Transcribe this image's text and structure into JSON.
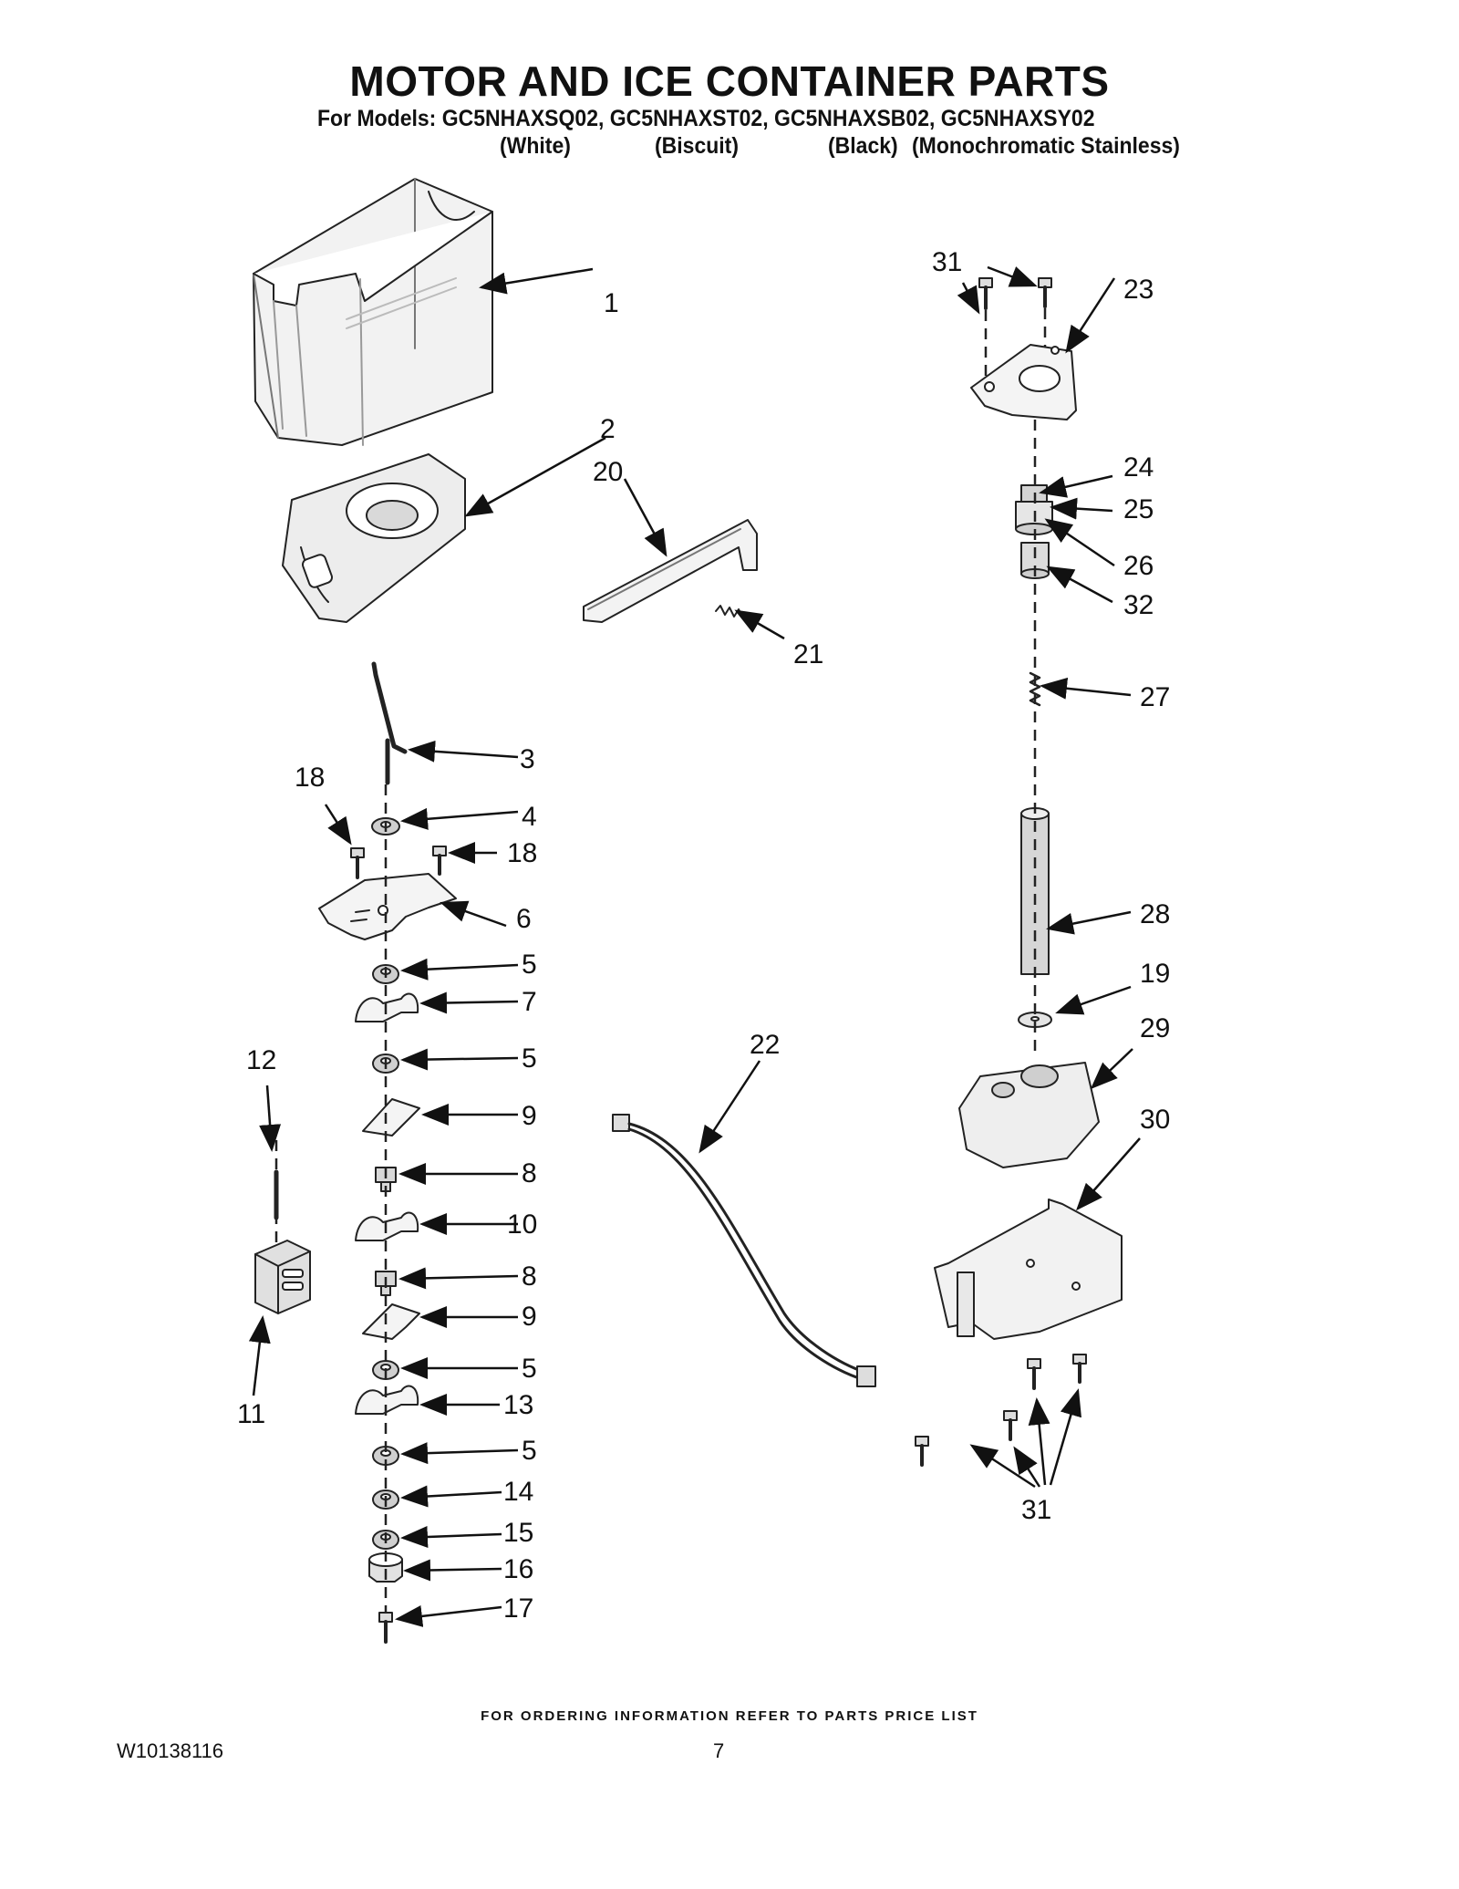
{
  "header": {
    "title": "MOTOR AND ICE CONTAINER PARTS",
    "models_line": "For Models: GC5NHAXSQ02, GC5NHAXST02, GC5NHAXSB02, GC5NHAXSY02",
    "variants": [
      "(White)",
      "(Biscuit)",
      "(Black)",
      "(Monochromatic Stainless)"
    ]
  },
  "callouts": [
    "1",
    "2",
    "20",
    "21",
    "3",
    "18",
    "4",
    "18",
    "6",
    "5",
    "7",
    "12",
    "5",
    "9",
    "8",
    "10",
    "8",
    "9",
    "11",
    "5",
    "13",
    "5",
    "14",
    "15",
    "16",
    "17",
    "22",
    "31",
    "23",
    "24",
    "25",
    "26",
    "32",
    "27",
    "28",
    "19",
    "29",
    "30",
    "31"
  ],
  "footer": {
    "ordering_note": "FOR ORDERING INFORMATION REFER TO PARTS PRICE LIST",
    "document_number": "W10138116",
    "page_number": "7"
  }
}
